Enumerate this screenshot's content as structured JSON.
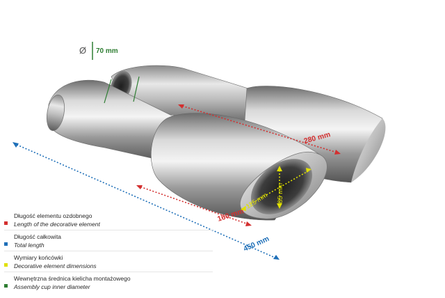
{
  "diameter": {
    "symbol": "Ø",
    "value": "70 mm",
    "color": "#2e7d32"
  },
  "dimensions": {
    "decorative_length": {
      "label": "160 mm",
      "color": "#d32f2f"
    },
    "rear_length": {
      "label": "280 mm",
      "color": "#d32f2f"
    },
    "total_length": {
      "label": "450 mm",
      "color": "#1e6fb8"
    },
    "tip_width": {
      "label": "125 mm",
      "color": "#d4d400"
    },
    "tip_height": {
      "label": "85 mm",
      "color": "#d4d400"
    }
  },
  "legend": [
    {
      "pl": "Długość elementu ozdobnego",
      "en": "Length of the decorative element",
      "color": "#d32f2f"
    },
    {
      "pl": "Długość całkowita",
      "en": "Total length",
      "color": "#1e6fb8"
    },
    {
      "pl": "Wymiary końcówki",
      "en": "Decorative element dimensions",
      "color": "#e0e000"
    },
    {
      "pl": "Wewnętrzna średnica kielicha montażowego",
      "en": "Assembly cup inner diameter",
      "color": "#2e7d32"
    }
  ]
}
